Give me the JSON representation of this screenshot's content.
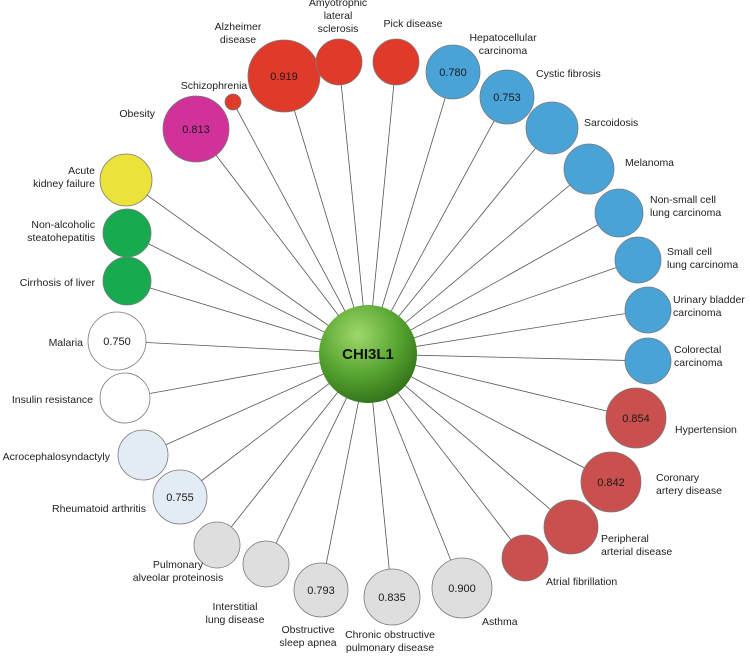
{
  "hub": {
    "label": "CHI3L1",
    "color": "#58a532"
  },
  "palette": {
    "neuro_red": "#e03a2a",
    "cancer_blue": "#4aa3d6",
    "cardio_red": "#c9504e",
    "metabolic_magenta": "#d1329a",
    "kidney_yellow": "#ebe23a",
    "liver_green": "#17aa4f",
    "infection_white": "#ffffff",
    "autoimmune_lightblue": "#e3ebf4",
    "respiratory_gray": "#dedede"
  },
  "nodes": [
    {
      "id": "alzheimer",
      "label": [
        "Alzheimer",
        "disease"
      ],
      "value": "0.919",
      "color": "#e03a2a"
    },
    {
      "id": "als",
      "label": [
        "Amyotrophic",
        "lateral",
        "sclerosis"
      ],
      "value": "",
      "color": "#e03a2a"
    },
    {
      "id": "pick",
      "label": [
        "Pick disease"
      ],
      "value": "",
      "color": "#e03a2a"
    },
    {
      "id": "schizophrenia",
      "label": [
        "Schizophrenia"
      ],
      "value": "",
      "color": "#e03a2a"
    },
    {
      "id": "hcc",
      "label": [
        "Hepatocellular",
        "carcinoma"
      ],
      "value": "0.780",
      "color": "#4aa3d6"
    },
    {
      "id": "cf",
      "label": [
        "Cystic fibrosis"
      ],
      "value": "0.753",
      "color": "#4aa3d6"
    },
    {
      "id": "sarcoidosis",
      "label": [
        "Sarcoidosis"
      ],
      "value": "",
      "color": "#4aa3d6"
    },
    {
      "id": "melanoma",
      "label": [
        "Melanoma"
      ],
      "value": "",
      "color": "#4aa3d6"
    },
    {
      "id": "nsclc",
      "label": [
        "Non-small cell",
        "lung carcinoma"
      ],
      "value": "",
      "color": "#4aa3d6"
    },
    {
      "id": "sclc",
      "label": [
        "Small cell",
        "lung carcinoma"
      ],
      "value": "",
      "color": "#4aa3d6"
    },
    {
      "id": "bladder",
      "label": [
        "Urinary bladder",
        "carcinoma"
      ],
      "value": "",
      "color": "#4aa3d6"
    },
    {
      "id": "colorectal",
      "label": [
        "Colorectal",
        "carcinoma"
      ],
      "value": "",
      "color": "#4aa3d6"
    },
    {
      "id": "hypertension",
      "label": [
        "Hypertension"
      ],
      "value": "0.854",
      "color": "#c9504e"
    },
    {
      "id": "cad",
      "label": [
        "Coronary",
        "artery disease"
      ],
      "value": "0.842",
      "color": "#c9504e"
    },
    {
      "id": "pad",
      "label": [
        "Peripheral",
        "arterial disease"
      ],
      "value": "",
      "color": "#c9504e"
    },
    {
      "id": "afib",
      "label": [
        "Atrial fibrillation"
      ],
      "value": "",
      "color": "#c9504e"
    },
    {
      "id": "asthma",
      "label": [
        "Asthma"
      ],
      "value": "0.900",
      "color": "#dedede"
    },
    {
      "id": "copd",
      "label": [
        "Chronic obstructive",
        "pulmonary disease"
      ],
      "value": "0.835",
      "color": "#dedede"
    },
    {
      "id": "osa",
      "label": [
        "Obstructive",
        "sleep apnea"
      ],
      "value": "0.793",
      "color": "#dedede"
    },
    {
      "id": "ild",
      "label": [
        "Interstitial",
        "lung disease"
      ],
      "value": "",
      "color": "#dedede"
    },
    {
      "id": "pap",
      "label": [
        "Pulmonary",
        "alveolar proteinosis"
      ],
      "value": "",
      "color": "#dedede"
    },
    {
      "id": "ra",
      "label": [
        "Rheumatoid arthritis"
      ],
      "value": "0.755",
      "color": "#e3ebf4"
    },
    {
      "id": "acro",
      "label": [
        "Acrocephalosyndactyly"
      ],
      "value": "",
      "color": "#e3ebf4"
    },
    {
      "id": "insulin",
      "label": [
        "Insulin resistance"
      ],
      "value": "",
      "color": "#ffffff"
    },
    {
      "id": "malaria",
      "label": [
        "Malaria"
      ],
      "value": "0.750",
      "color": "#ffffff"
    },
    {
      "id": "cirrhosis",
      "label": [
        "Cirrhosis of liver"
      ],
      "value": "",
      "color": "#17aa4f"
    },
    {
      "id": "nash",
      "label": [
        "Non-alcoholic",
        "steatohepatitis"
      ],
      "value": "",
      "color": "#17aa4f"
    },
    {
      "id": "akf",
      "label": [
        "Acute",
        "kidney failure"
      ],
      "value": "",
      "color": "#ebe23a"
    },
    {
      "id": "obesity",
      "label": [
        "Obesity"
      ],
      "value": "0.813",
      "color": "#d1329a"
    }
  ]
}
